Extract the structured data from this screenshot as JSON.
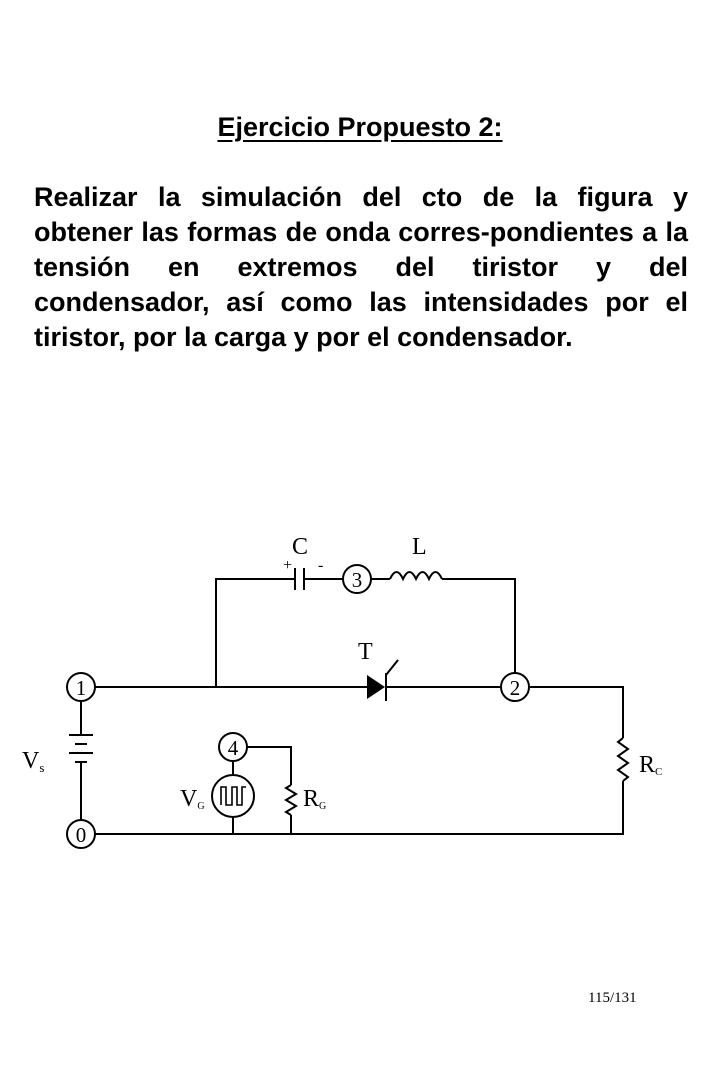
{
  "heading": "Ejercicio Propuesto 2:",
  "paragraph": "Realizar la simulación del cto de la figura y obtener las formas de onda corres-pondientes a la tensión en extremos del tiristor y del condensador, así como las intensidades por el tiristor, por la carga y por el condensador.",
  "circuit": {
    "capacitor_label": "C",
    "capacitor_plus": "+",
    "capacitor_minus": "-",
    "inductor_label": "L",
    "thyristor_label": "T",
    "nodes": {
      "n0": "0",
      "n1": "1",
      "n2": "2",
      "n3": "3",
      "n4": "4"
    },
    "source_label": "V",
    "source_sub": "s",
    "gate_source_label": "V",
    "gate_source_sub": "G",
    "gate_resistor_label": "R",
    "gate_resistor_sub": "G",
    "load_resistor_label": "R",
    "load_resistor_sub": "C"
  },
  "page_number": "115/131"
}
